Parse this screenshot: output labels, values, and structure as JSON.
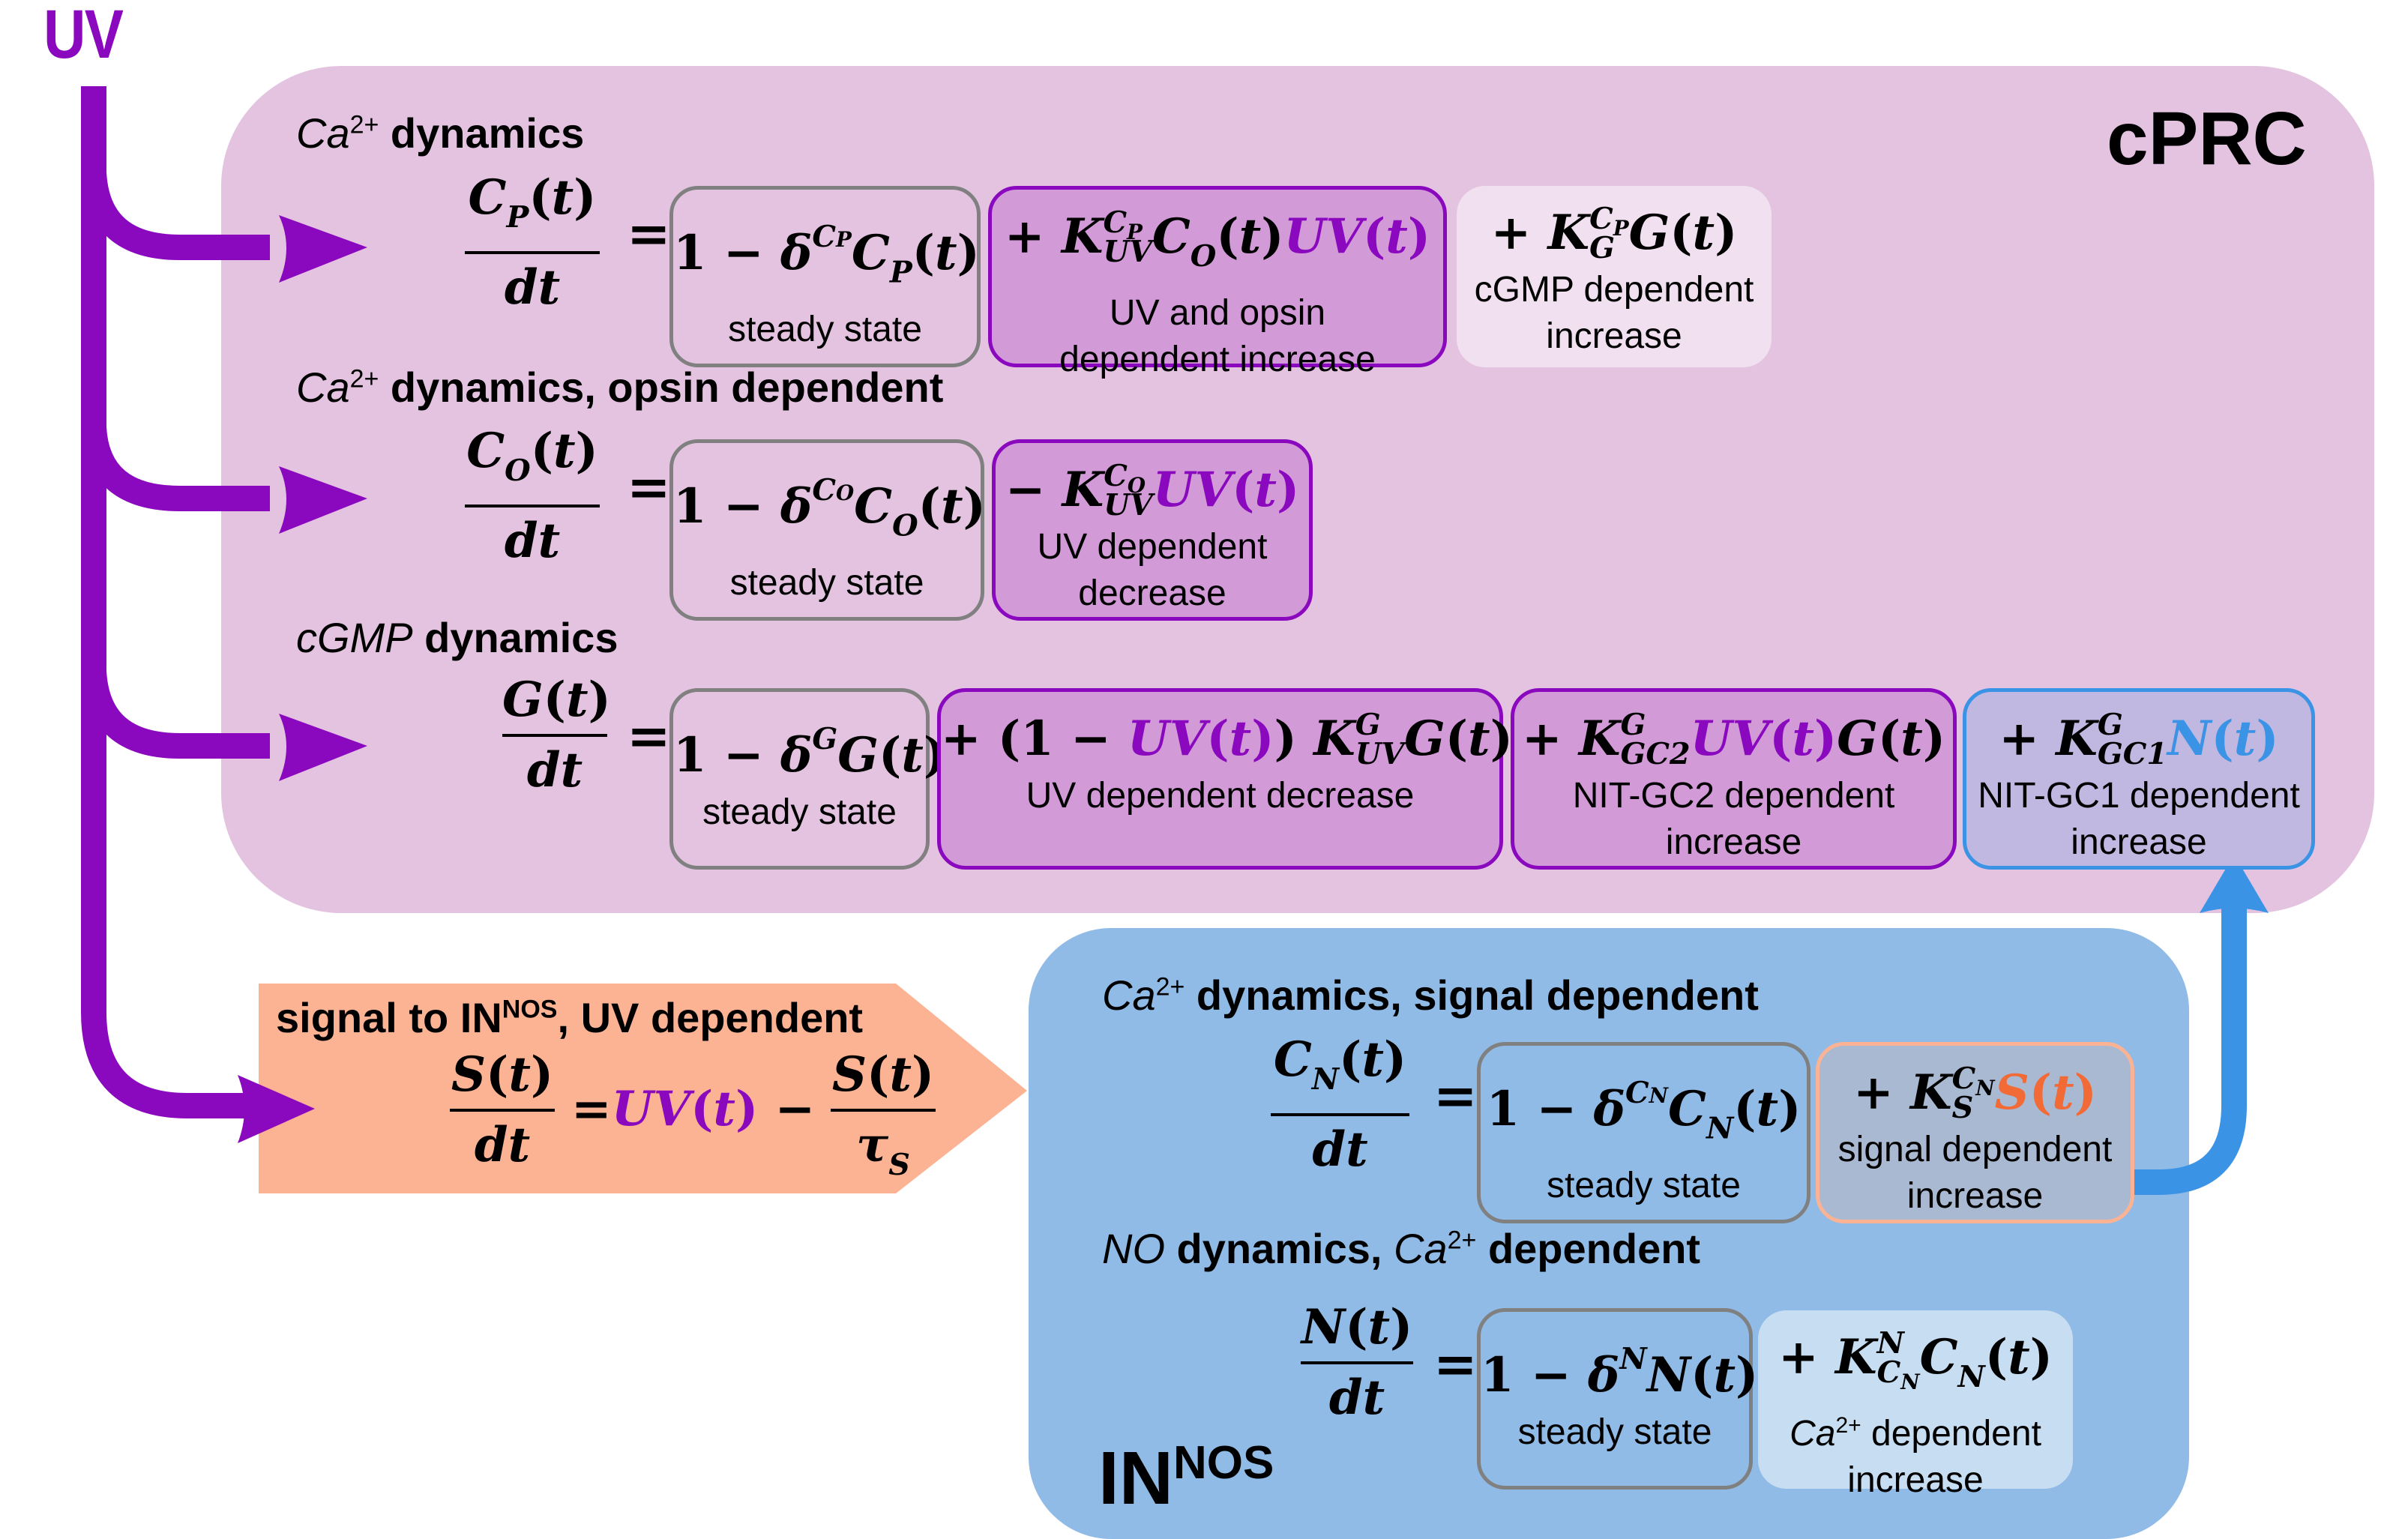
{
  "input_label": "UV",
  "colors": {
    "uv_purple": "#8a08bd",
    "cprc_bg": "#e3c3e0",
    "innos_bg": "#90bbe6",
    "signal_bg": "#fcb394",
    "no_arrow_blue": "#3b93e6",
    "signal_orange": "#f26a35"
  },
  "cprc": {
    "title": "cPRC",
    "equations": [
      {
        "header_italic": "Ca",
        "header_sup": "2+",
        "header_bold": " dynamics",
        "lhs_num": "C_P(t)",
        "lhs_den": "dt",
        "terms": [
          {
            "expr": "1 − δ^{C_P} C_P(t)",
            "label_lines": [
              "steady state"
            ],
            "style": "grey"
          },
          {
            "expr": "+ K^{C_P}_{UV} C_O(t) UV(t)",
            "label_lines": [
              "UV and opsin",
              "dependent increase"
            ],
            "style": "purple"
          },
          {
            "expr": "+ K^{C_P}_{G} G(t)",
            "label_lines": [
              "cGMP dependent",
              "increase"
            ],
            "style": "light"
          }
        ]
      },
      {
        "header_italic": "Ca",
        "header_sup": "2+",
        "header_bold": " dynamics, opsin dependent",
        "lhs_num": "C_O(t)",
        "lhs_den": "dt",
        "terms": [
          {
            "expr": "1 − δ^{C_O} C_O(t)",
            "label_lines": [
              "steady state"
            ],
            "style": "grey"
          },
          {
            "expr": "− K^{C_O}_{UV} UV(t)",
            "label_lines": [
              "UV dependent",
              "decrease"
            ],
            "style": "purple"
          }
        ]
      },
      {
        "header_italic": "cGMP",
        "header_sup": "",
        "header_bold": " dynamics",
        "lhs_num": "G(t)",
        "lhs_den": "dt",
        "terms": [
          {
            "expr": "1 − δ^{G} G(t)",
            "label_lines": [
              "steady state"
            ],
            "style": "grey"
          },
          {
            "expr": "+ (1 − UV(t)) K^{G}_{UV} G(t)",
            "label_lines": [
              "UV dependent decrease"
            ],
            "style": "purple"
          },
          {
            "expr": "+ K^{G}_{GC2} UV(t) G(t)",
            "label_lines": [
              "NIT-GC2 dependent",
              "increase"
            ],
            "style": "purple"
          },
          {
            "expr": "+ K^{G}_{GC1} N(t)",
            "label_lines": [
              "NIT-GC1 dependent",
              "increase"
            ],
            "style": "blue"
          }
        ]
      }
    ]
  },
  "signal": {
    "header_bold_1": "signal to IN",
    "header_sup": "NOS",
    "header_bold_2": ", UV dependent",
    "lhs_num": "S(t)",
    "lhs_den": "dt",
    "rhs": "UV(t) − S(t)/τ_S",
    "rhs_frac_num": "S(t)",
    "rhs_frac_den": "τ_S"
  },
  "innos": {
    "title": "IN",
    "title_sup": "NOS",
    "equations": [
      {
        "header_italic": "Ca",
        "header_sup": "2+",
        "header_bold": " dynamics, signal dependent",
        "lhs_num": "C_N(t)",
        "lhs_den": "dt",
        "terms": [
          {
            "expr": "1 − δ^{C_N} C_N(t)",
            "label_lines": [
              "steady state"
            ],
            "style": "grey"
          },
          {
            "expr": "+ K^{C_N}_{S} S(t)",
            "label_lines": [
              "signal dependent",
              "increase"
            ],
            "style": "orange"
          }
        ]
      },
      {
        "header_italic": "NO",
        "header_bold": " dynamics, ",
        "header_italic_2": "Ca",
        "header_sup": "2+",
        "header_bold_2": " dependent",
        "lhs_num": "N(t)",
        "lhs_den": "dt",
        "terms": [
          {
            "expr": "1 − δ^{N} N(t)",
            "label_lines": [
              "steady state"
            ],
            "style": "grey"
          },
          {
            "expr": "+ K^{N}_{C_N} C_N(t)",
            "label_lines": [
              "Ca2+ dependent",
              "increase"
            ],
            "style": "pale"
          }
        ]
      }
    ]
  }
}
